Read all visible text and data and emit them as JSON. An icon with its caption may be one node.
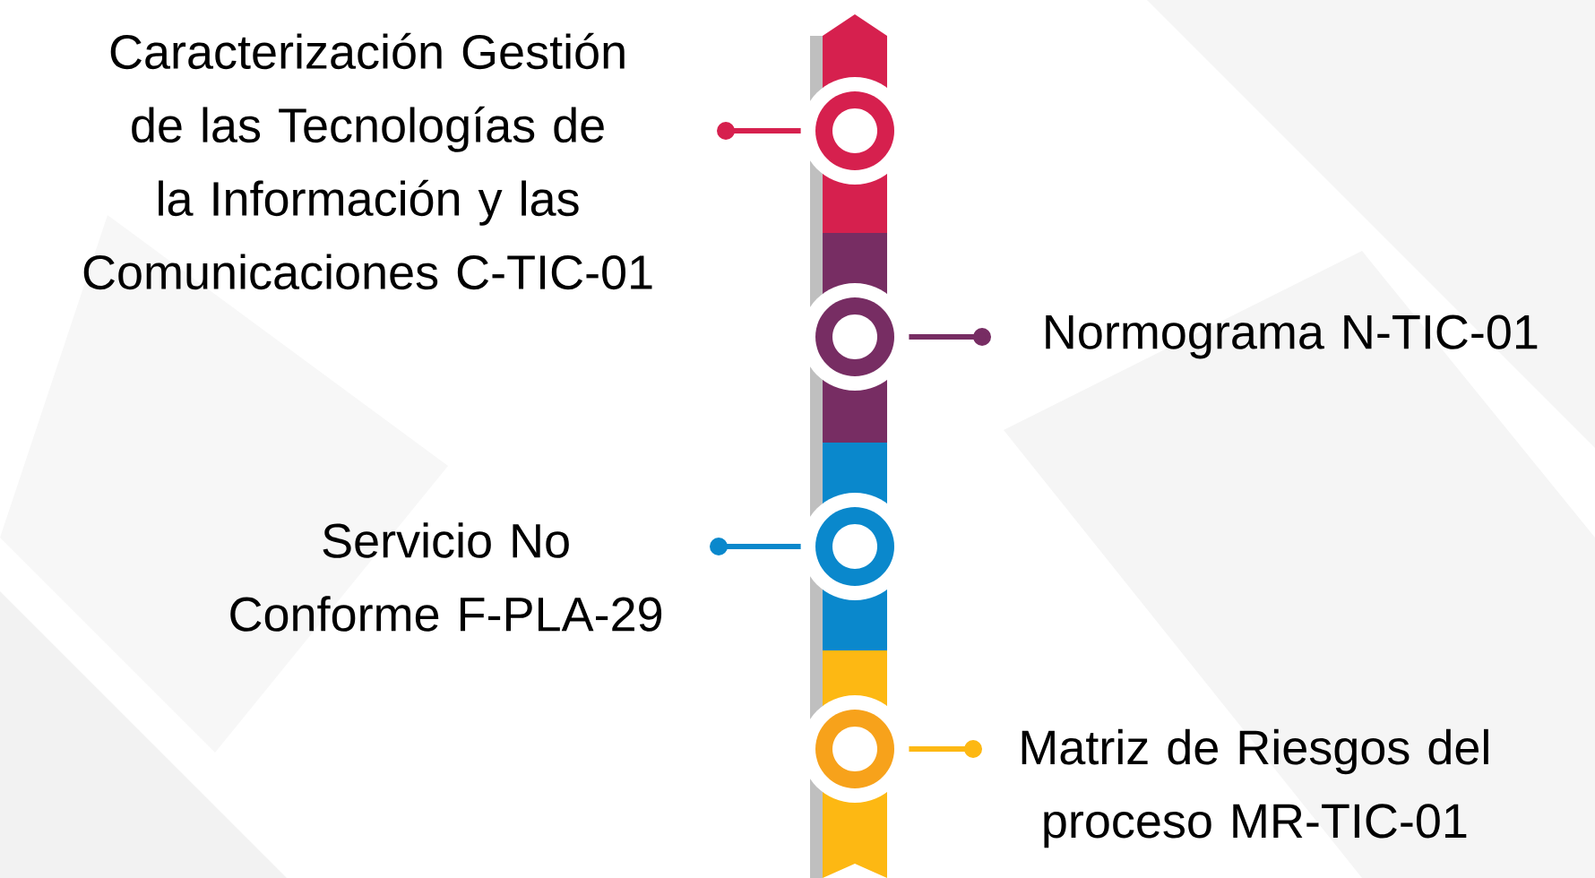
{
  "diagram": {
    "nodes": [
      {
        "text": [
          "Caracterización Gestión de las Tecnologías de la Información y las Comunicaciones C-TIC-01"
        ]
      },
      {
        "text": [
          "Normograma N-TIC-01"
        ]
      },
      {
        "text": [
          "Servicio No Conforme F-PLA-29"
        ]
      },
      {
        "text": [
          "Matriz de Riesgos del proceso MR-TIC-01"
        ]
      },
      {
        "text": [],
        "shape": "circle"
      },
      {
        "text": [],
        "shape": "circle"
      },
      {
        "text": [],
        "shape": "circle"
      },
      {
        "text": [],
        "shape": "circle"
      }
    ],
    "edges": [
      {
        "from": 0,
        "to": 4,
        "arrow": "other",
        "color": "#d6204e"
      },
      {
        "from": 1,
        "to": 5,
        "arrow": "other",
        "color": "#772d63"
      },
      {
        "from": 2,
        "to": 6,
        "arrow": "other",
        "color": "#0a88cc"
      },
      {
        "from": 3,
        "to": 7,
        "arrow": "other",
        "color": "#fdb813"
      }
    ]
  }
}
